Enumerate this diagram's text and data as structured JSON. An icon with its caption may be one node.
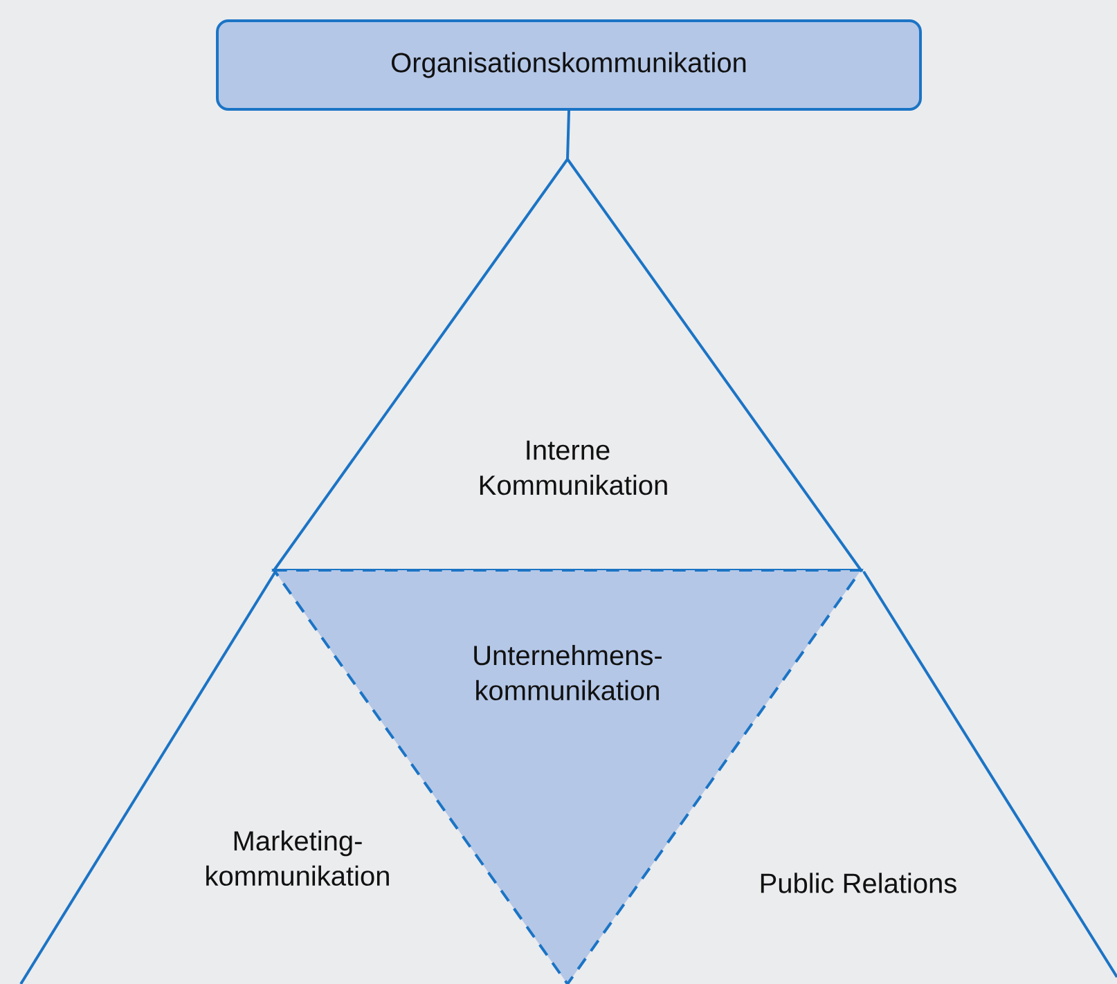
{
  "diagram": {
    "nodes": [
      {
        "text": [
          "Organisationskommunikation"
        ]
      },
      {
        "text": [
          "Interne Kommunikation"
        ]
      },
      {
        "text": [
          "Unternehmens- kommunikation"
        ]
      },
      {
        "text": [
          "Marketing- kommunikation"
        ]
      },
      {
        "text": [
          "Public Relations"
        ]
      }
    ],
    "edges": [
      {
        "from": 0,
        "to": 1,
        "arrow": "none"
      }
    ]
  }
}
